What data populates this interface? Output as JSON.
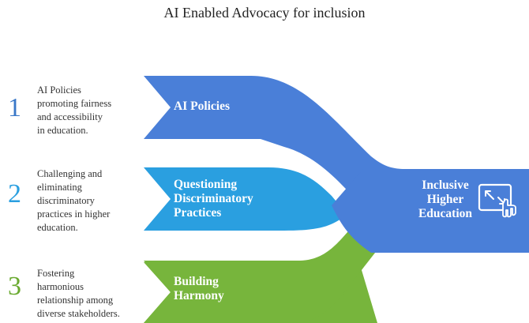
{
  "title": "AI Enabled Advocacy for inclusion",
  "colors": {
    "blue": "#4a7fd8",
    "cyan": "#2a9fe0",
    "green": "#77b53c",
    "number_blue": "#3a78c8",
    "number_cyan": "#2a9fe0",
    "number_green": "#6aaa30"
  },
  "items": [
    {
      "number": "1",
      "description": [
        "AI Policies",
        "promoting fairness",
        "and accessibility",
        "in education."
      ],
      "label": [
        "AI Policies"
      ]
    },
    {
      "number": "2",
      "description": [
        "Challenging and",
        "eliminating",
        "discriminatory",
        "practices in higher",
        "education."
      ],
      "label": [
        "Questioning",
        "Discriminatory",
        "Practices"
      ]
    },
    {
      "number": "3",
      "description": [
        "Fostering",
        "harmonious",
        "relationship among",
        "diverse stakeholders."
      ],
      "label": [
        "Building",
        "Harmony"
      ]
    }
  ],
  "target": {
    "label": [
      "Inclusive",
      "Higher",
      "Education"
    ],
    "icon": "expand-pointer-icon"
  }
}
